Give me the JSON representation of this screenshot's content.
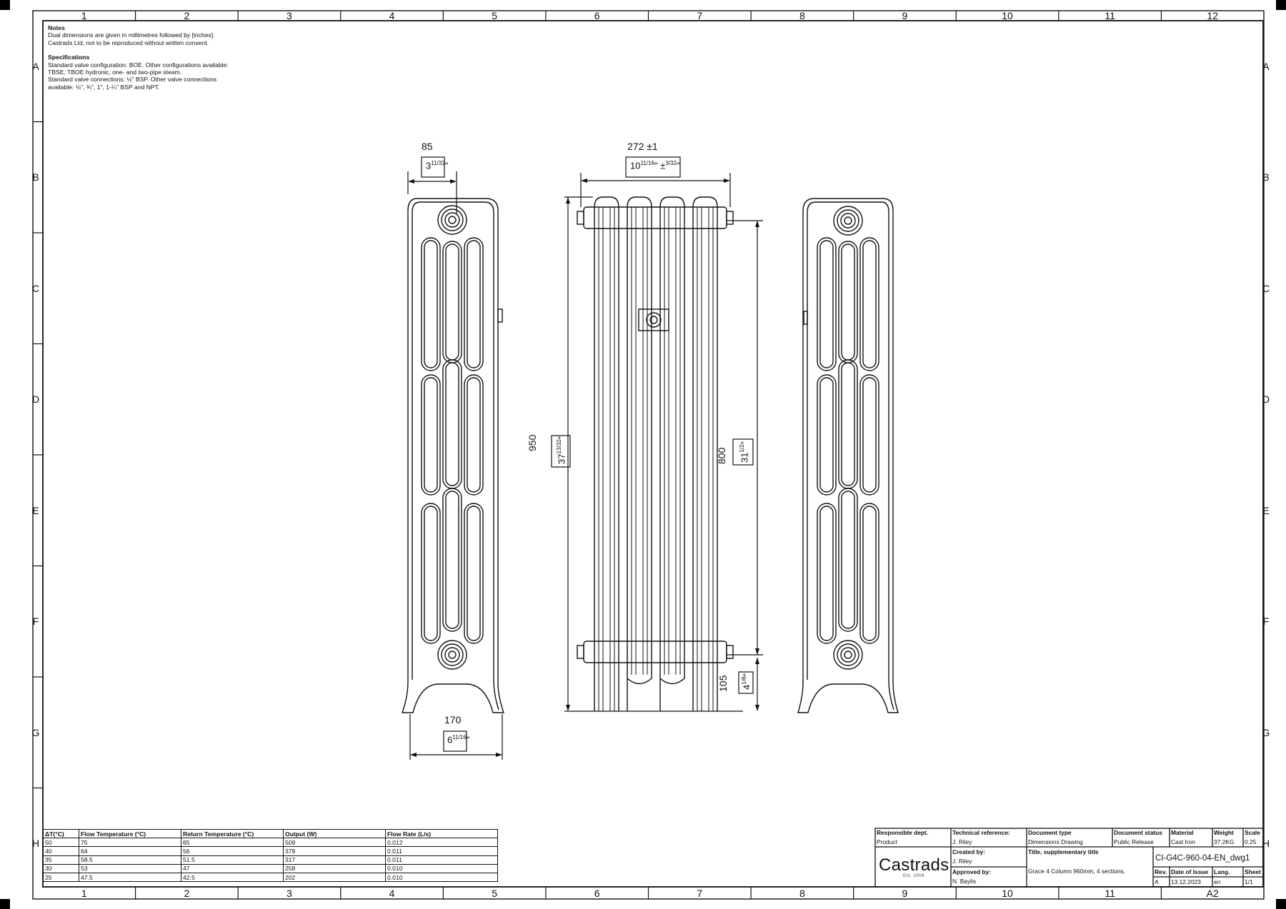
{
  "border": {
    "columns": [
      "1",
      "2",
      "3",
      "4",
      "5",
      "6",
      "7",
      "8",
      "9",
      "10",
      "11",
      "12"
    ],
    "rows": [
      "A",
      "B",
      "C",
      "D",
      "E",
      "F",
      "G",
      "H"
    ],
    "bottom_right_size": "A2"
  },
  "notes": {
    "title": "Notes",
    "lines": [
      "Dual dimensions are given in millimetres followed by [inches].",
      "Castrads Ltd, not to be reproduced without written consent."
    ]
  },
  "specifications": {
    "title": "Specifications",
    "lines": [
      "Standard valve configuration: BOE. Other configurations available:",
      "TBSE, TBOE hydronic, one- and two-pipe steam.",
      "Standard valve connections: ½\" BSP. Other valve connections",
      "available: ⅛\", ¾\", 1\", 1-¼\" BSP and NPT."
    ]
  },
  "dimensions": {
    "top_width_mm": "85",
    "top_width_in_whole": "3",
    "top_width_in_num": "11",
    "top_width_in_den": "32",
    "front_width_mm": "272  ±1",
    "front_width_in_whole": "10",
    "front_width_in_num": "11",
    "front_width_in_den": "16",
    "front_width_tol": "±",
    "front_width_tol_num": "3",
    "front_width_tol_den": "32",
    "height_mm": "950",
    "height_in": "37",
    "height_in_num": "13",
    "height_in_den": "32",
    "centres_mm": "800",
    "centres_in": "31",
    "centres_in_num": "1",
    "centres_in_den": "2",
    "floor_mm": "105",
    "floor_in": "4",
    "floor_in_num": "1",
    "floor_in_den": "8",
    "depth_mm": "170",
    "depth_in_whole": "6",
    "depth_in_num": "11",
    "depth_in_den": "16",
    "inch_mark": "\""
  },
  "performance_table": {
    "headers": [
      "ΔT(°C)",
      "Flow Temperature (°C)",
      "Return Temperature (°C)",
      "Output (W)",
      "Flow Rate (L/s)"
    ],
    "rows": [
      [
        "50",
        "75",
        "65",
        "509",
        "0.012"
      ],
      [
        "40",
        "64",
        "56",
        "378",
        "0.011"
      ],
      [
        "35",
        "58.5",
        "51.5",
        "317",
        "0.011"
      ],
      [
        "30",
        "53",
        "47",
        "258",
        "0.010"
      ],
      [
        "25",
        "47.5",
        "42.5",
        "202",
        "0.010"
      ]
    ]
  },
  "title_block": {
    "responsible_dept_label": "Responsible dept.",
    "responsible_dept": "Product",
    "technical_reference_label": "Technical reference:",
    "technical_reference": "J. Riley",
    "document_type_label": "Document type",
    "document_type": "Dimensions Drawing",
    "document_status_label": "Document status",
    "document_status": "Public Release",
    "material_label": "Material",
    "material": "Cast Iron",
    "weight_label": "Weight",
    "weight": "37.2KG",
    "scale_label": "Scale",
    "scale": "0.25",
    "created_by_label": "Created by:",
    "created_by": "J. Riley",
    "approved_by_label": "Approved by:",
    "approved_by": "N. Baylis",
    "title_label": "Title, supplementary title",
    "title": "Grace 4 Column 960mm, 4 sections,",
    "document_number": "CI-G4C-960-04-EN_dwg1",
    "rev_label": "Rev.",
    "rev": "A",
    "date_label": "Date of Issue",
    "date": "13.12.2023",
    "lang_label": "Lang.",
    "lang": "en",
    "sheet_label": "Sheet",
    "sheet": "1/1",
    "brand": "Castrads",
    "brand_sub": "Est. 2006"
  }
}
